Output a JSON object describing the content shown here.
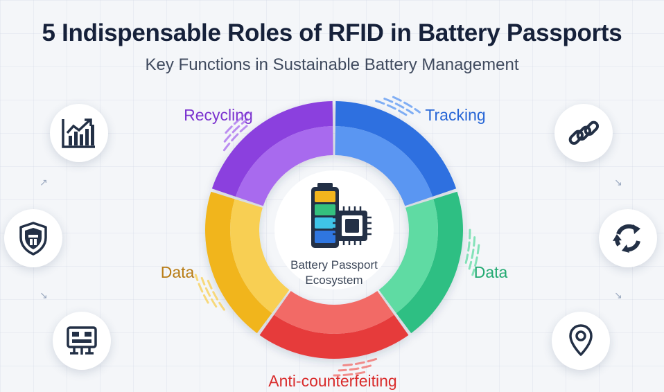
{
  "header": {
    "title": "5 Indispensable Roles of RFID in Battery Passports",
    "subtitle": "Key Functions in Sustainable Battery Management"
  },
  "ring": {
    "segments": [
      {
        "label": "Tracking",
        "color": "#2e6fe0",
        "color_light": "#5a96f2",
        "label_color": "#2766d6",
        "start_deg": 0,
        "end_deg": 72
      },
      {
        "label": "Data",
        "color": "#2dbf83",
        "color_light": "#5fdba3",
        "label_color": "#20a970",
        "start_deg": 72,
        "end_deg": 144
      },
      {
        "label": "Anti-counterfeiting",
        "color": "#e63b3b",
        "color_light": "#f26a66",
        "label_color": "#d92b2b",
        "start_deg": 144,
        "end_deg": 216
      },
      {
        "label": "Data",
        "color": "#f1b51b",
        "color_light": "#f8cf52",
        "label_color": "#b87c14",
        "start_deg": 216,
        "end_deg": 288
      },
      {
        "label": "Recycling",
        "color": "#8b3fde",
        "color_light": "#a86aee",
        "label_color": "#7b33cf",
        "start_deg": 288,
        "end_deg": 360
      }
    ],
    "center": {
      "label_line1": "Battery Passport",
      "label_line2": "Ecosystem",
      "icon": "battery-chip-icon",
      "battery_colors": [
        "#f2b51e",
        "#34c07e",
        "#3fc4e8",
        "#2f76e0"
      ]
    }
  },
  "side_icons": {
    "left": [
      "bar-chart-icon",
      "shield-icon",
      "network-module-icon"
    ],
    "right": [
      "chain-link-icon",
      "recycle-arrows-icon",
      "location-pin-icon"
    ],
    "icon_color": "#233046"
  }
}
